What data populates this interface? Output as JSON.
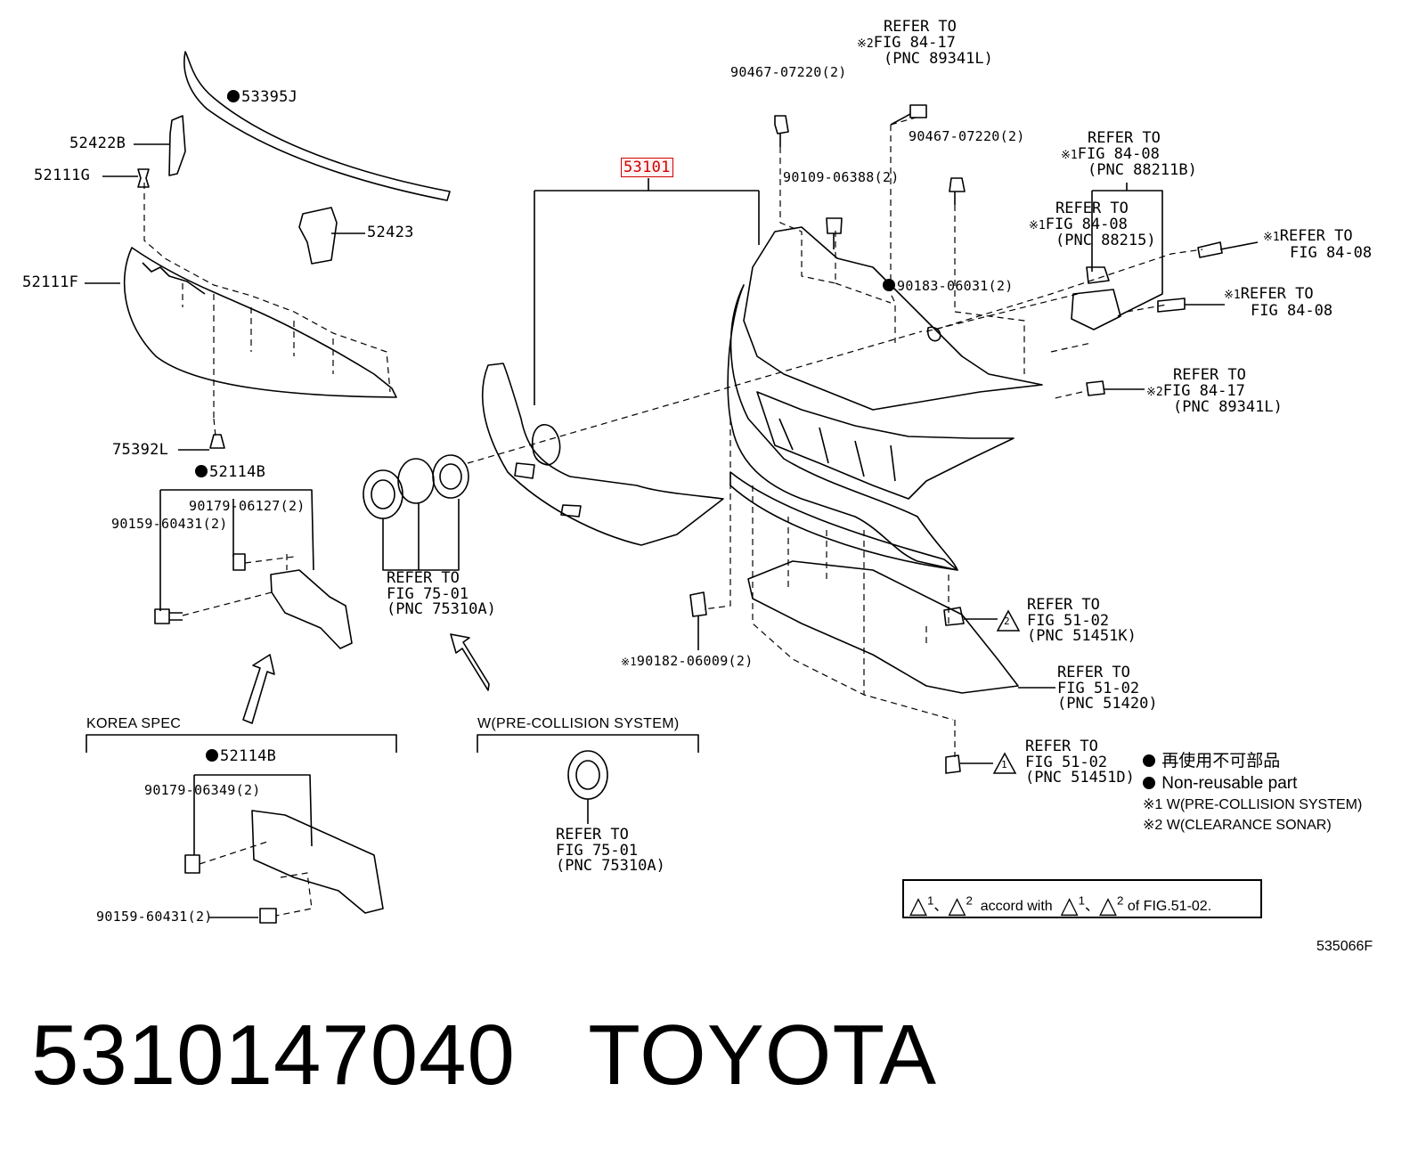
{
  "title": {
    "part_number": "5310147040",
    "brand": "TOYOTA"
  },
  "figure_code": "535066F",
  "highlighted_part": "53101",
  "callouts": {
    "c53395J": "53395J",
    "c52422B": "52422B",
    "c52111G": "52111G",
    "c52423": "52423",
    "c52111F": "52111F",
    "c75392L": "75392L",
    "c52114B_top": "52114B",
    "c90179_06127": "90179-06127(2)",
    "c90159_60431_top": "90159-60431(2)",
    "c52114B_korea": "52114B",
    "c90179_06349": "90179-06349(2)",
    "c90159_60431_korea": "90159-60431(2)",
    "c90467_left": "90467-07220(2)",
    "c90467_right": "90467-07220(2)",
    "c90109": "90109-06388(2)",
    "c90183": "90183-06031(2)",
    "c90182": "90182-06009(2)",
    "c90182_mark": "※1"
  },
  "refers": {
    "r_top_sonar": {
      "mark": "※2",
      "l1": "REFER TO",
      "l2": "FIG 84-17",
      "l3": "(PNC 89341L)"
    },
    "r_8408_a": {
      "mark": "※1",
      "l1": "REFER TO",
      "l2": "FIG 84-08",
      "l3": "(PNC 88211B)"
    },
    "r_8408_b": {
      "mark": "※1",
      "l1": "REFER TO",
      "l2": "FIG 84-08",
      "l3": "(PNC 88215)"
    },
    "r_8408_c": {
      "mark": "※1",
      "l1": "REFER TO",
      "l2": "FIG 84-08"
    },
    "r_8408_d": {
      "mark": "※1",
      "l1": "REFER TO",
      "l2": "FIG 84-08"
    },
    "r_8417_side": {
      "mark": "※2",
      "l1": "REFER TO",
      "l2": "FIG 84-17",
      "l3": "(PNC 89341L)"
    },
    "r_emblem_mid": {
      "l1": "REFER TO",
      "l2": "FIG 75-01",
      "l3": "(PNC 75310A)"
    },
    "r_emblem_bottom": {
      "l1": "REFER TO",
      "l2": "FIG 75-01",
      "l3": "(PNC 75310A)"
    },
    "r_5102_k": {
      "mark": "2",
      "l1": "REFER TO",
      "l2": "FIG 51-02",
      "l3": "(PNC 51451K)"
    },
    "r_5102_420": {
      "l1": "REFER TO",
      "l2": "FIG 51-02",
      "l3": "(PNC 51420)"
    },
    "r_5102_d": {
      "mark": "1",
      "l1": "REFER TO",
      "l2": "FIG 51-02",
      "l3": "(PNC 51451D)"
    }
  },
  "sections": {
    "korea": "KOREA SPEC",
    "precollision": "W(PRE-COLLISION SYSTEM)"
  },
  "legend": {
    "jp": "再使用不可部品",
    "en": "Non-reusable part",
    "note1": "※1 W(PRE-COLLISION SYSTEM)",
    "note2": "※2 W(CLEARANCE SONAR)"
  },
  "accord": {
    "t1": "1",
    "t2": "2",
    "mid": "accord with",
    "t3": "1",
    "t4": "2",
    "tail": "of FIG.51-02."
  }
}
